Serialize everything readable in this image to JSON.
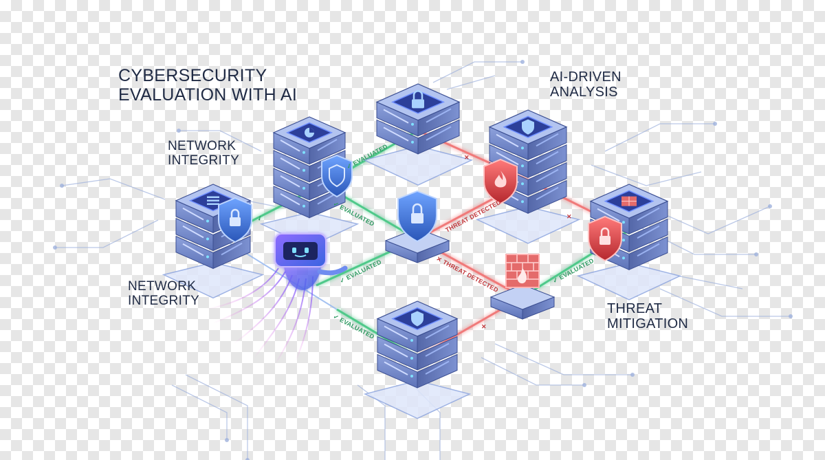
{
  "labels": {
    "title": [
      "CYBERSECURITY",
      "EVALUATION WITH AI"
    ],
    "network_integrity_top": [
      "NETWORK",
      "INTEGRITY"
    ],
    "network_integrity_bottom": [
      "NETWORK",
      "INTEGRITY"
    ],
    "ai_driven_analysis": [
      "AI-DRIVEN",
      "ANALYSIS"
    ],
    "threat_mitigation": [
      "THREAT",
      "MITIGATION"
    ]
  },
  "edge_tags": {
    "evaluated": "EVALUATED",
    "threat_detected": "THREAT DETECTED",
    "check_mark": "✓",
    "cross_mark": "✕"
  },
  "colors": {
    "ok_line": "#4fc98a",
    "threat_line": "#f07a7a",
    "server_body": "#6f86c8",
    "server_top": "#a9bcec",
    "screen": "#2c3f9a",
    "shield_blue": "#3f74d6",
    "shield_red": "#d8464a",
    "text": "#1f2a44",
    "robot": "#6a4fd8"
  },
  "icons": [
    "lock-icon",
    "shield-icon",
    "flame-icon",
    "firewall-icon",
    "robot-icon",
    "check-icon",
    "cross-icon"
  ]
}
